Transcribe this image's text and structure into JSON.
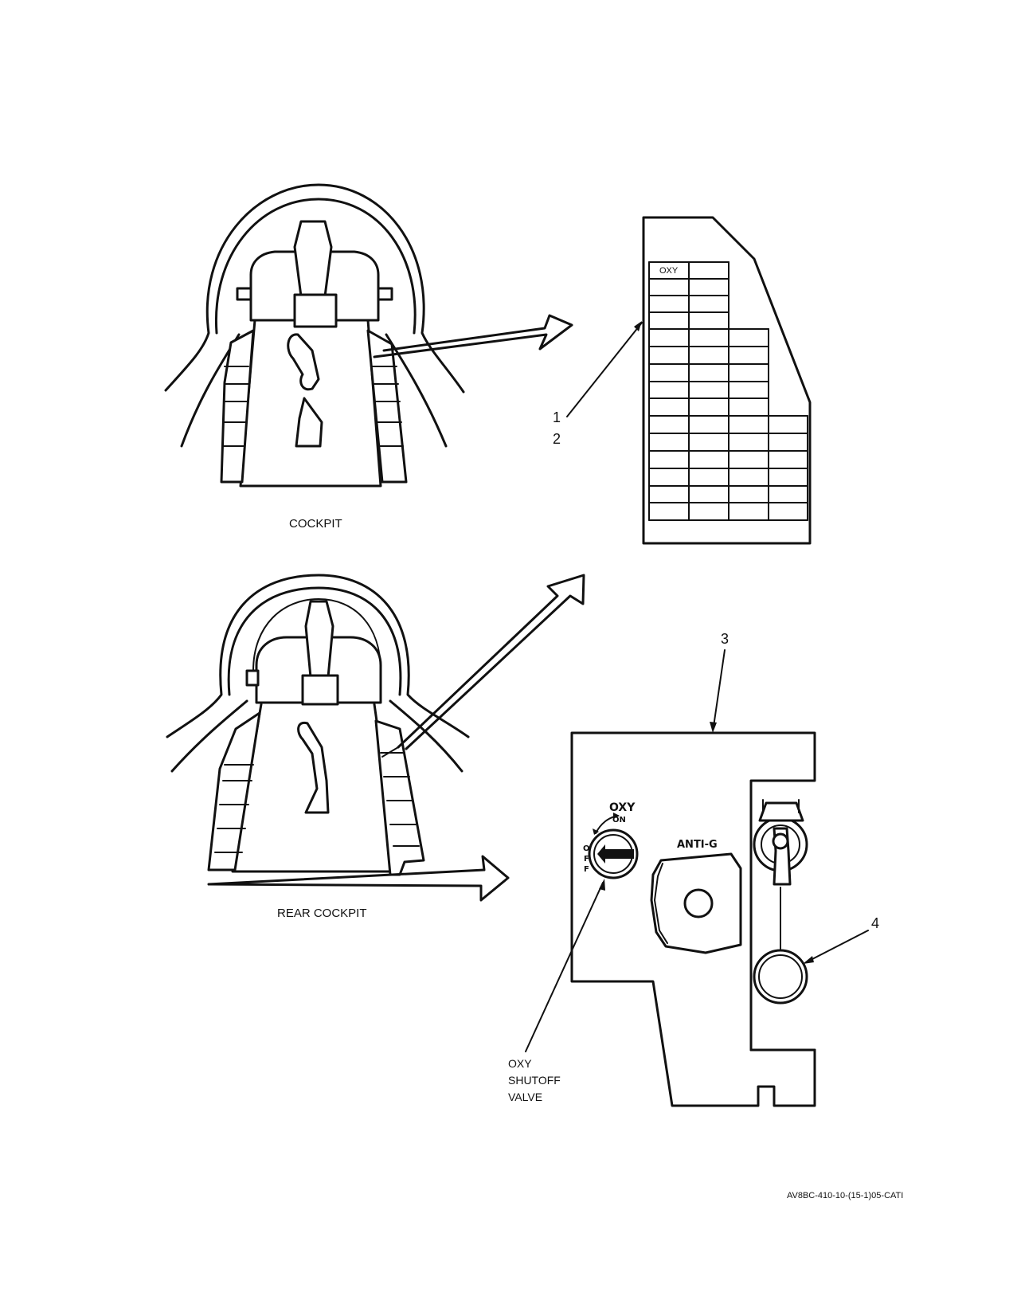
{
  "views": {
    "cockpit_label": "COCKPIT",
    "rear_cockpit_label": "REAR COCKPIT"
  },
  "placard": {
    "header": "OXY"
  },
  "callouts": {
    "c1": "1",
    "c2": "2",
    "c3": "3",
    "c4": "4"
  },
  "panel": {
    "oxy_label": "OXY",
    "on_label": "ON",
    "off_letters": [
      "O",
      "F",
      "F"
    ],
    "anti_g_label": "ANTI-G",
    "shutoff_valve_lines": [
      "OXY",
      "SHUTOFF",
      "VALVE"
    ]
  },
  "figure_id": "AV8BC-410-10-(15-1)05-CATI"
}
